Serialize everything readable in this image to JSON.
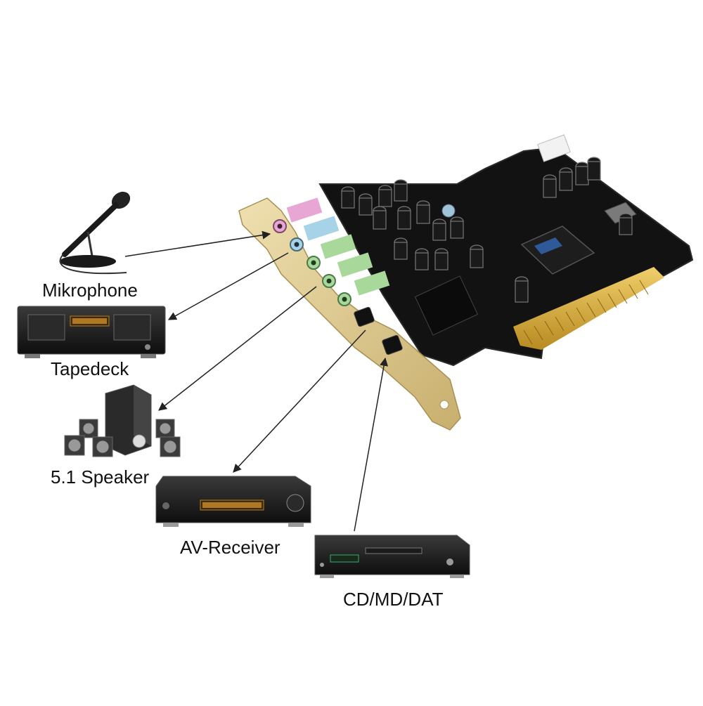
{
  "devices": {
    "microphone": {
      "label": "Mikrophone"
    },
    "tapedeck": {
      "label": "Tapedeck"
    },
    "speaker": {
      "label": "5.1 Speaker"
    },
    "receiver": {
      "label": "AV-Receiver"
    },
    "cd": {
      "label": "CD/MD/DAT"
    }
  },
  "colors": {
    "pcb": "#111111",
    "bracket": "#d9c48f",
    "gold_contacts": "#d8a933",
    "jack_pink": "#e7a6d4",
    "jack_blue": "#a7d3e8",
    "jack_green": "#a9d99a"
  },
  "icons": [
    "microphone-icon",
    "tapedeck-icon",
    "speaker-set-icon",
    "av-receiver-icon",
    "cd-player-icon",
    "sound-card-icon"
  ]
}
